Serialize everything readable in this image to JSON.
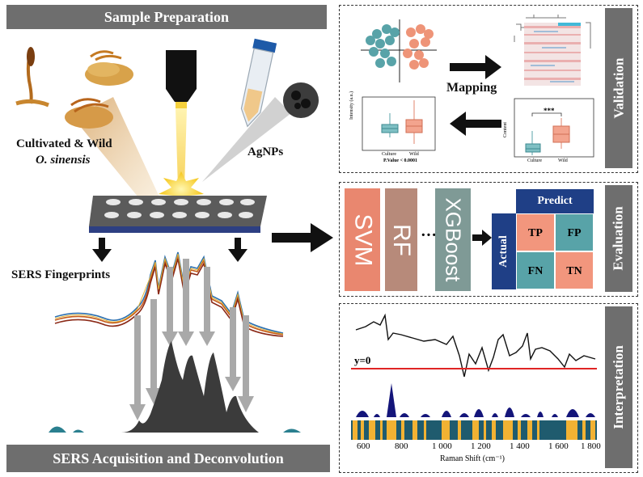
{
  "left": {
    "top_banner": "Sample Preparation",
    "bottom_banner": "SERS Acquisition and Deconvolution",
    "sample_label_line1": "Cultivated & Wild",
    "sample_label_line2": "O. sinensis",
    "nanoparticle_label": "AgNPs",
    "fingerprints_label": "SERS Fingerprints"
  },
  "validation": {
    "tab": "Validation",
    "mapping_label": "Mapping",
    "boxplot_left": {
      "ylabel": "Intensity (a.u.)",
      "categories": [
        "Culture",
        "Wild"
      ],
      "pvalue": "P.Value < 0.0001"
    },
    "boxplot_right": {
      "ylabel": "Content",
      "categories": [
        "Culture",
        "Wild"
      ],
      "significance": "***"
    }
  },
  "evaluation": {
    "tab": "Evaluation",
    "models": [
      "SVM",
      "RF",
      "XGBoost"
    ],
    "ellipsis": "···",
    "confusion": {
      "predict": "Predict",
      "actual": "Actual",
      "cells": [
        "TP",
        "FP",
        "FN",
        "TN"
      ]
    }
  },
  "interpretation": {
    "tab": "Interpretation",
    "baseline_label": "y=0",
    "xaxis_label": "Raman Shift (cm⁻¹)",
    "ticks": [
      "600",
      "800",
      "1 000",
      "1 200",
      "1 400",
      "1 600",
      "1 800"
    ]
  },
  "colors": {
    "banner": "#6e6e6e",
    "svm": "#e9876f",
    "rf": "#b78a7a",
    "xgboost": "#7f9a96",
    "matrix_blue": "#1f3f86",
    "matrix_salmon": "#f2967d",
    "matrix_teal": "#58a3a8",
    "baseline": "#e02424",
    "bars": "#14157a"
  }
}
